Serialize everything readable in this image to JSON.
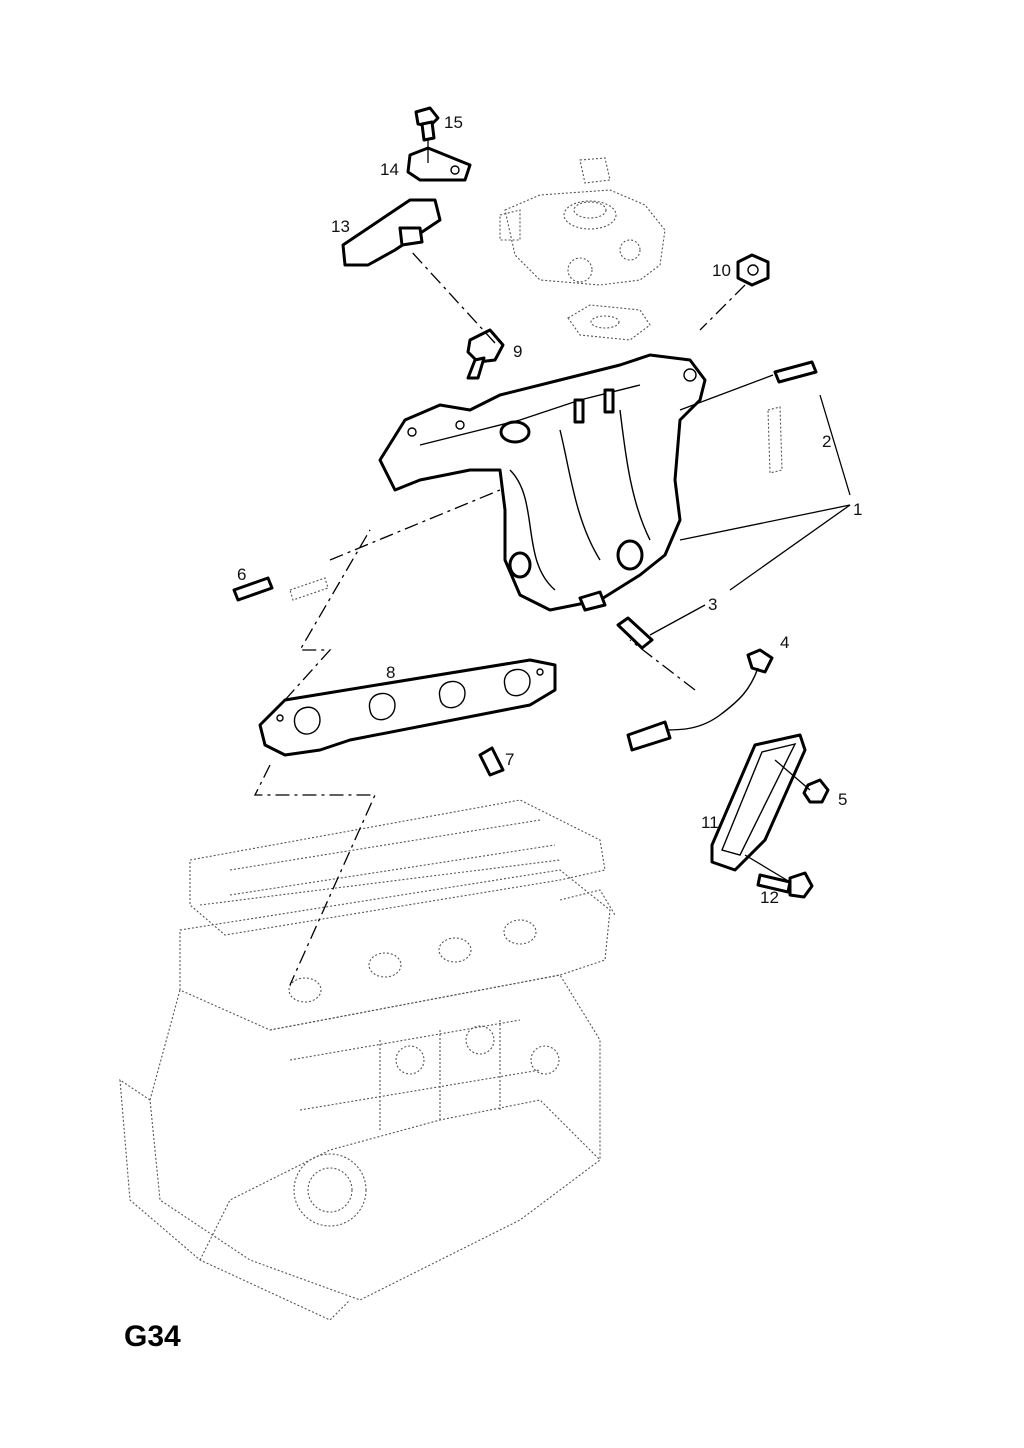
{
  "figure_id": "G34",
  "callouts": [
    {
      "id": "1",
      "label": "1"
    },
    {
      "id": "2",
      "label": "2"
    },
    {
      "id": "3",
      "label": "3"
    },
    {
      "id": "4",
      "label": "4"
    },
    {
      "id": "5",
      "label": "5"
    },
    {
      "id": "6",
      "label": "6"
    },
    {
      "id": "7",
      "label": "7"
    },
    {
      "id": "8",
      "label": "8"
    },
    {
      "id": "9",
      "label": "9"
    },
    {
      "id": "10",
      "label": "10"
    },
    {
      "id": "11",
      "label": "11"
    },
    {
      "id": "12",
      "label": "12"
    },
    {
      "id": "13",
      "label": "13"
    },
    {
      "id": "14",
      "label": "14"
    },
    {
      "id": "15",
      "label": "15"
    }
  ]
}
